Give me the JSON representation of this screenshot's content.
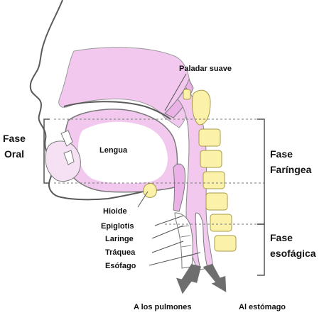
{
  "diagram": {
    "labels": {
      "paladar_suave": "Paladar suave",
      "lengua": "Lengua",
      "hioide": "Hioide",
      "epiglotis": "Epiglotis",
      "laringe": "Laringe",
      "traquea": "Tráquea",
      "esofago": "Esófago",
      "a_los_pulmones": "A los pulmones",
      "al_estomago": "Al estómago"
    },
    "phases": {
      "oral_line1": "Fase",
      "oral_line2": "Oral",
      "faringea_line1": "Fase",
      "faringea_line2": "Faríngea",
      "esofagica_line1": "Fase",
      "esofagica_line2": "esofágica"
    },
    "colors": {
      "tissue_fill": "#f2c8ef",
      "tissue_dark": "#eab2e6",
      "outline": "#5a5a5a",
      "vertebra_fill": "#fbf1a8",
      "vertebra_stroke": "#a89a4a",
      "arrow": "#6e6e6e"
    }
  }
}
